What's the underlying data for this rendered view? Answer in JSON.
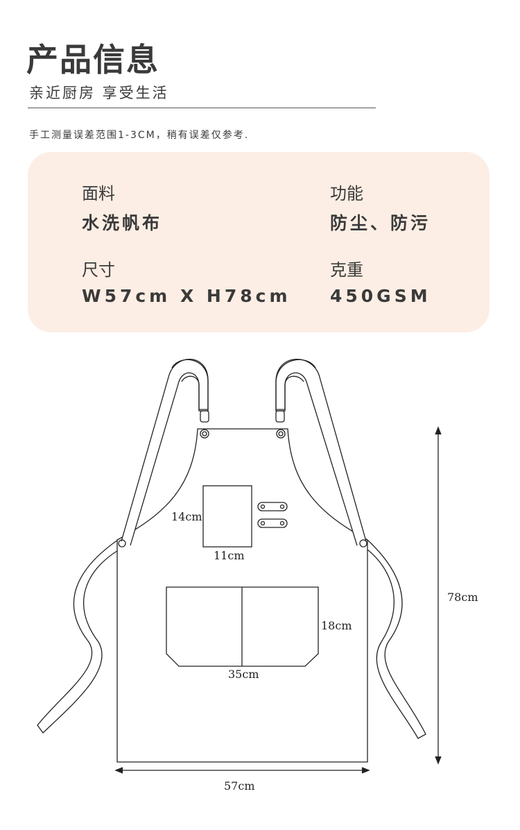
{
  "header": {
    "title": "产品信息",
    "subtitle": "亲近厨房 享受生活",
    "note": "手工测量误差范围1-3CM，稍有误差仅参考."
  },
  "specs": [
    {
      "label": "面料",
      "value": "水洗帆布"
    },
    {
      "label": "功能",
      "value": "防尘、防污"
    },
    {
      "label": "尺寸",
      "value": "W57cm X H78cm"
    },
    {
      "label": "克重",
      "value": "450GSM"
    }
  ],
  "dimensions": {
    "small_pocket_height": "14cm",
    "small_pocket_width": "11cm",
    "large_pocket_height": "18cm",
    "large_pocket_width": "35cm",
    "apron_height": "78cm",
    "apron_width": "57cm"
  }
}
